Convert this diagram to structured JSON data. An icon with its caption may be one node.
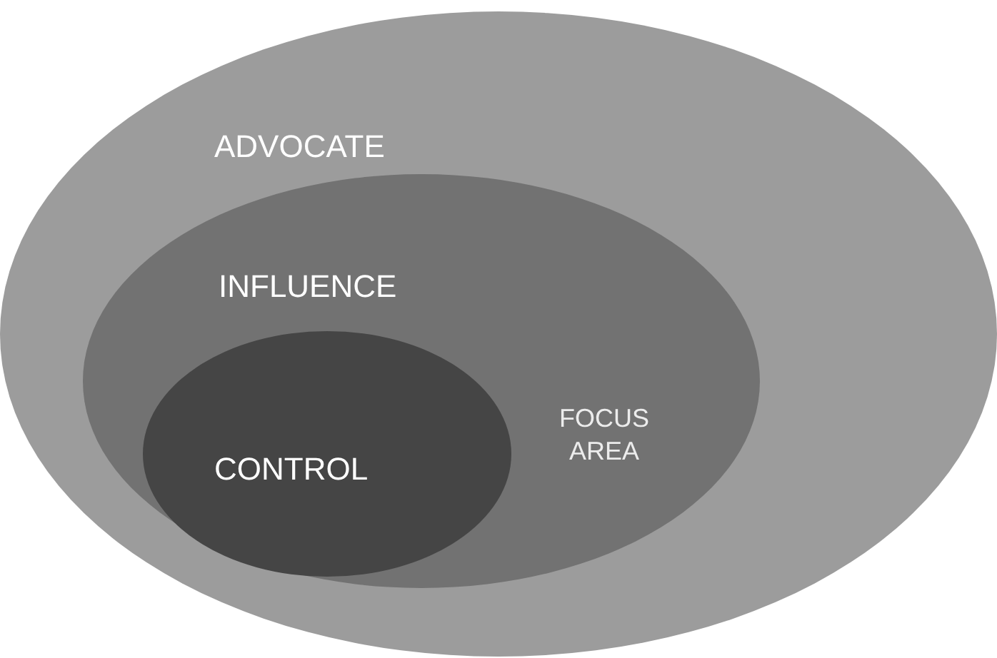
{
  "diagram": {
    "nodes": [
      {
        "text": [
          "ADVOCATE"
        ]
      },
      {
        "text": [
          "INFLUENCE"
        ],
        "in": 0
      },
      {
        "text": [
          "CONTROL"
        ],
        "in": 1
      }
    ],
    "labels": [
      "FOCUS AREA"
    ]
  }
}
